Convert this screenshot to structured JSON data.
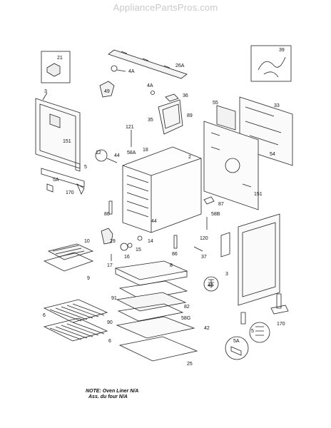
{
  "watermark": "AppliancePartsPros.com",
  "note": {
    "line1": "NOTE: Oven Liner N/A",
    "line2": "Ass. du four N/A"
  },
  "callouts": {
    "c21": "21",
    "c26A": "26A",
    "c39": "39",
    "c4A_top": "4A",
    "c49": "49",
    "c3_left": "3",
    "c4A_mid": "4A",
    "c36": "36",
    "c55": "55",
    "c33": "33",
    "c35": "35",
    "c89": "89",
    "c121": "121",
    "c151_left": "151",
    "c54": "54",
    "c18": "18",
    "c2": "2",
    "c12": "12",
    "c44_a": "44",
    "c58A": "58A",
    "c5_left": "5",
    "c5A_left": "5A",
    "c170_left": "170",
    "c86_left": "86",
    "c87": "87",
    "c44_b": "44",
    "c58B": "58B",
    "c120": "120",
    "c151_right": "151",
    "c10": "10",
    "c29": "29",
    "c14": "14",
    "c15": "15",
    "c16": "16",
    "c17": "17",
    "c9": "9",
    "c86_right": "86",
    "c37": "37",
    "c8": "8",
    "c3_right": "3",
    "c43": "43",
    "c82": "82",
    "c91": "91",
    "c6_a": "6",
    "c90": "90",
    "c58G": "58G",
    "c6_b": "6",
    "c42": "42",
    "c25": "25",
    "c170_right": "170",
    "c5_right": "5",
    "c5A_right": "5A"
  },
  "icons": [
    "wire-harness-icon",
    "element-icon",
    "screw-icon",
    "rack-icon"
  ]
}
